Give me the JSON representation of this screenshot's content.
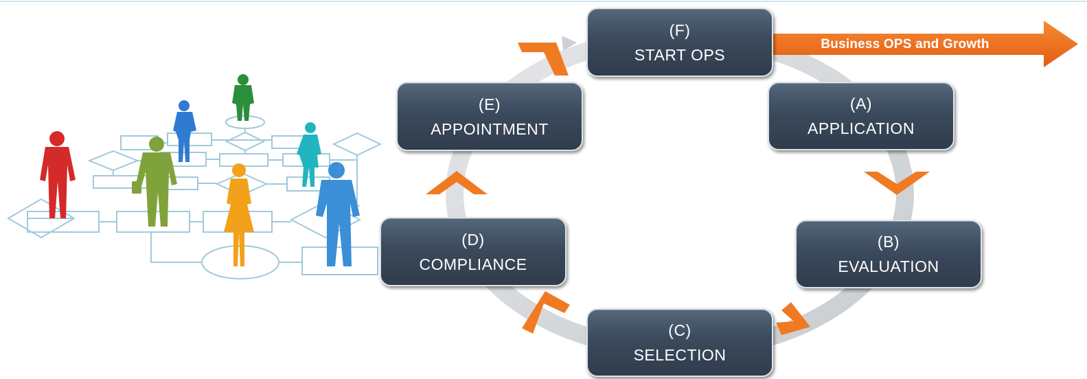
{
  "diagram": {
    "nodes": [
      {
        "letter": "(F)",
        "label": "START OPS"
      },
      {
        "letter": "(A)",
        "label": "APPLICATION"
      },
      {
        "letter": "(B)",
        "label": "EVALUATION"
      },
      {
        "letter": "(C)",
        "label": "SELECTION"
      },
      {
        "letter": "(D)",
        "label": "COMPLIANCE"
      },
      {
        "letter": "(E)",
        "label": "APPOINTMENT"
      }
    ],
    "growth_arrow_label": "Business OPS and Growth"
  },
  "illustration": {
    "description_icon": "people-flowchart-icon",
    "figure_colors": [
      "#d42a2a",
      "#7fa33a",
      "#2f7bd1",
      "#2a8f3a",
      "#21b5c0",
      "#f2a21a",
      "#3a8fd6"
    ]
  },
  "colors": {
    "node_fill": "#3b4a5c",
    "ring": "#d6d9dc",
    "chevron": "#f07a22",
    "growth_arrow": "#ee6a1c",
    "flowchart_lines": "#9fc9dc"
  }
}
